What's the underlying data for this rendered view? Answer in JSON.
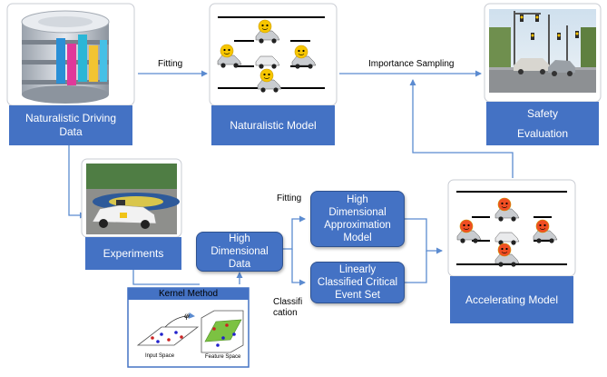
{
  "nodes": {
    "naturalistic_driving_data": {
      "line1": "Naturalistic Driving",
      "line2": "Data"
    },
    "naturalistic_model": {
      "label": "Naturalistic Model"
    },
    "safety_evaluation": {
      "line1": "Safety",
      "line2": "Evaluation"
    },
    "experiments": {
      "label": "Experiments"
    },
    "high_dimensional_data": {
      "line1": "High Dimensional",
      "line2": "Data"
    },
    "approximation_model": {
      "line1": "High",
      "line2": "Dimensional",
      "line3": "Approximation",
      "line4": "Model"
    },
    "critical_event_set": {
      "line1": "Linearly",
      "line2": "Classified Critical",
      "line3": "Event Set"
    },
    "accelerating_model": {
      "label": "Accelerating Model"
    },
    "kernel_method": {
      "label": "Kernel Method",
      "input_space": "Input Space",
      "feature_space": "Feature Space",
      "phi": "φ"
    }
  },
  "edges": {
    "fitting_top": "Fitting",
    "importance_sampling": "Importance Sampling",
    "fitting_mid": "Fitting",
    "classification_line1": "Classifi",
    "classification_line2": "cation"
  },
  "colors": {
    "box_fill": "#4472c4",
    "arrow": "#5b8bd0",
    "text_light": "#ffffff"
  }
}
